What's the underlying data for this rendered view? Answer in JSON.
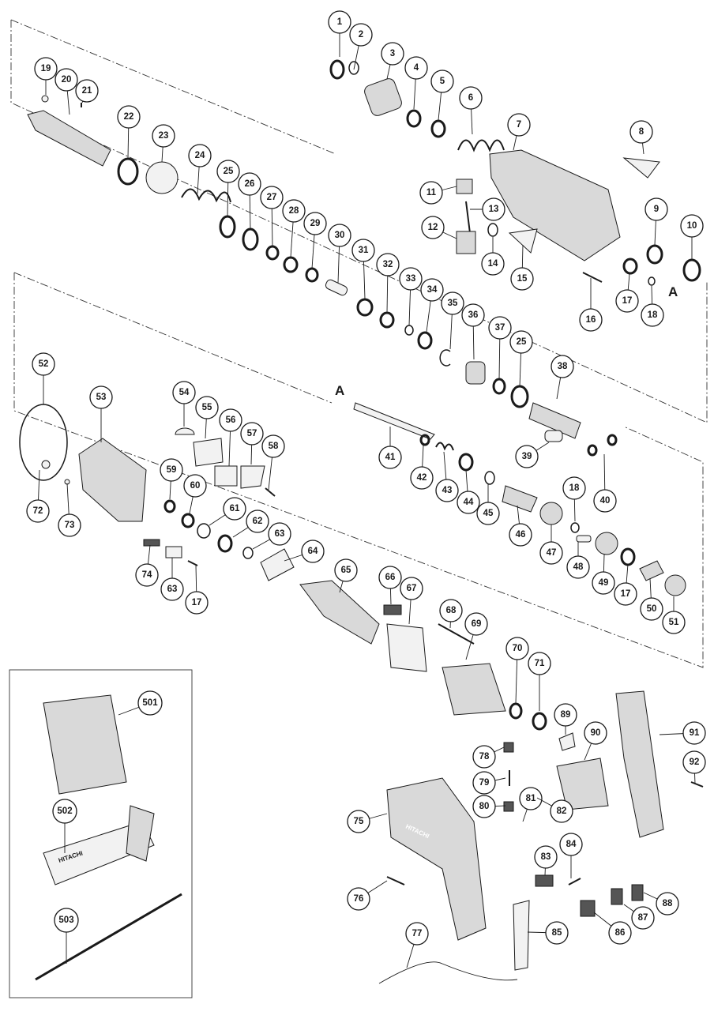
{
  "markers": [
    "A",
    "A"
  ],
  "brand_text": "HITACHI",
  "callouts": [
    "1",
    "2",
    "3",
    "4",
    "5",
    "6",
    "7",
    "8",
    "9",
    "10",
    "11",
    "12",
    "13",
    "14",
    "15",
    "16",
    "17",
    "18",
    "19",
    "20",
    "21",
    "22",
    "23",
    "24",
    "25",
    "26",
    "27",
    "28",
    "29",
    "30",
    "31",
    "32",
    "33",
    "34",
    "35",
    "36",
    "37",
    "25",
    "38",
    "39",
    "40",
    "41",
    "42",
    "43",
    "44",
    "45",
    "46",
    "47",
    "18",
    "48",
    "49",
    "17",
    "50",
    "51",
    "52",
    "53",
    "54",
    "55",
    "56",
    "57",
    "58",
    "59",
    "60",
    "61",
    "62",
    "63",
    "64",
    "65",
    "66",
    "67",
    "68",
    "69",
    "70",
    "71",
    "72",
    "73",
    "74",
    "63",
    "17",
    "75",
    "76",
    "77",
    "78",
    "79",
    "80",
    "81",
    "82",
    "83",
    "84",
    "85",
    "86",
    "87",
    "88",
    "89",
    "90",
    "91",
    "92",
    "501",
    "502",
    "503"
  ]
}
